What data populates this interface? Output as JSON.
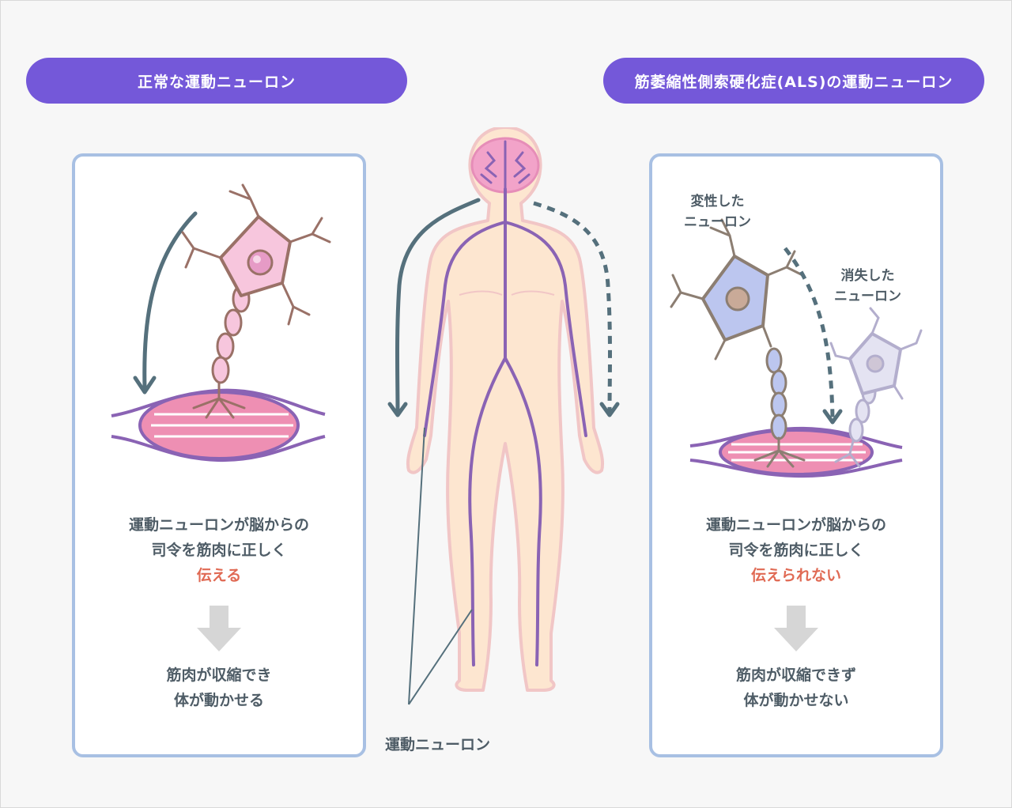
{
  "headers": {
    "left": "正常な運動ニューロン",
    "right": "筋萎縮性側索硬化症(ALS)の運動ニューロン"
  },
  "left_panel": {
    "caption_line1": "運動ニューロンが脳からの",
    "caption_line2": "司令を筋肉に正しく",
    "caption_highlight": "伝える",
    "result_line1": "筋肉が収縮でき",
    "result_line2": "体が動かせる"
  },
  "right_panel": {
    "label_degenerated_line1": "変性した",
    "label_degenerated_line2": "ニューロン",
    "label_lost_line1": "消失した",
    "label_lost_line2": "ニューロン",
    "caption_line1": "運動ニューロンが脳からの",
    "caption_line2": "司令を筋肉に正しく",
    "caption_highlight": "伝えられない",
    "result_line1": "筋肉が収縮できず",
    "result_line2": "体が動かせない"
  },
  "body_figure": {
    "label": "運動ニューロン"
  },
  "colors": {
    "accent_purple": "#7458d9",
    "highlight_red": "#e06a54",
    "panel_border": "#a8c0e3",
    "text": "#4e5c66",
    "arrow_slate": "#55707c",
    "muscle_pink": "#ee8fb3",
    "nerve_purple": "#8a63b4",
    "skin": "#fde6d0",
    "neuron_pink": "#f7c6dd",
    "neuron_blue": "#bcc6ef",
    "neuron_faded": "#e4e3f2",
    "axon_brown": "#9a7167"
  }
}
